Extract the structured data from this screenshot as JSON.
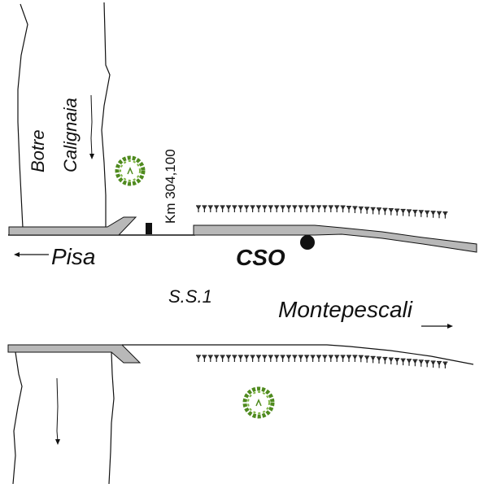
{
  "diagram": {
    "labels": {
      "river_name_line1": "Botre",
      "river_name_line2": "Calignaia",
      "km_marker": "Km 304,100",
      "direction_west": "Pisa",
      "site": "CSO",
      "road": "S.S.1",
      "direction_east": "Montepescali"
    },
    "icons": {
      "tree": "tree-icon",
      "site_marker": "filled-circle",
      "km_post": "black-rectangle",
      "vegetation": "reed-hatching"
    },
    "colors": {
      "road_edge": "#b8b8b8",
      "tree": "#4f8a1e",
      "ink": "#111111"
    }
  }
}
